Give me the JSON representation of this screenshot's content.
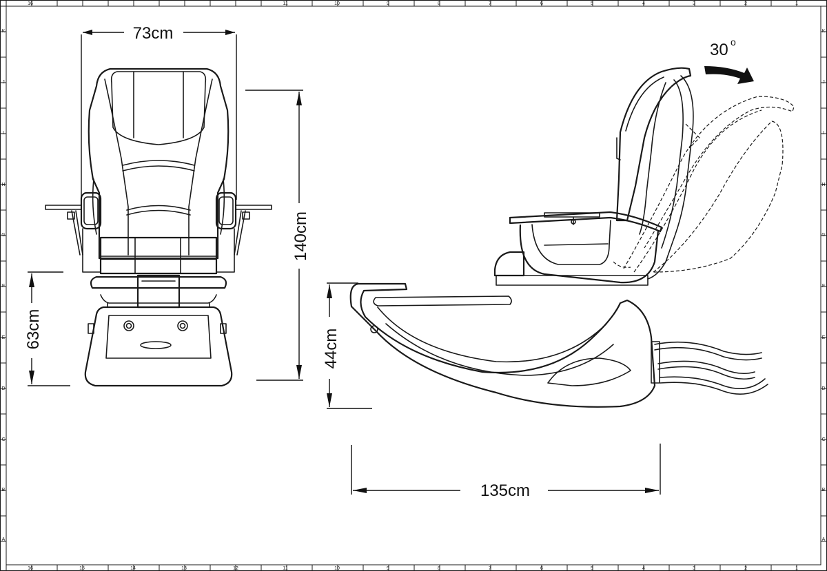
{
  "frame": {
    "top_numbers": [
      "16",
      "11",
      "10",
      "9",
      "8",
      "7",
      "6",
      "5",
      "4",
      "3",
      "2",
      "1"
    ],
    "bottom_numbers": [
      "16",
      "15",
      "14",
      "13",
      "12",
      "11",
      "10",
      "9",
      "8",
      "7",
      "6",
      "5",
      "4",
      "3",
      "2",
      "1"
    ],
    "side_letters": [
      "K",
      "J",
      "I",
      "H",
      "G",
      "F",
      "E",
      "D",
      "C",
      "B",
      "A"
    ]
  },
  "front_view": {
    "width_label": "73cm",
    "height_label": "140cm",
    "seat_height_label": "63cm"
  },
  "side_view": {
    "recline_angle_label": "30",
    "recline_degree_symbol": "o",
    "basin_height_label": "44cm",
    "length_label": "135cm"
  }
}
